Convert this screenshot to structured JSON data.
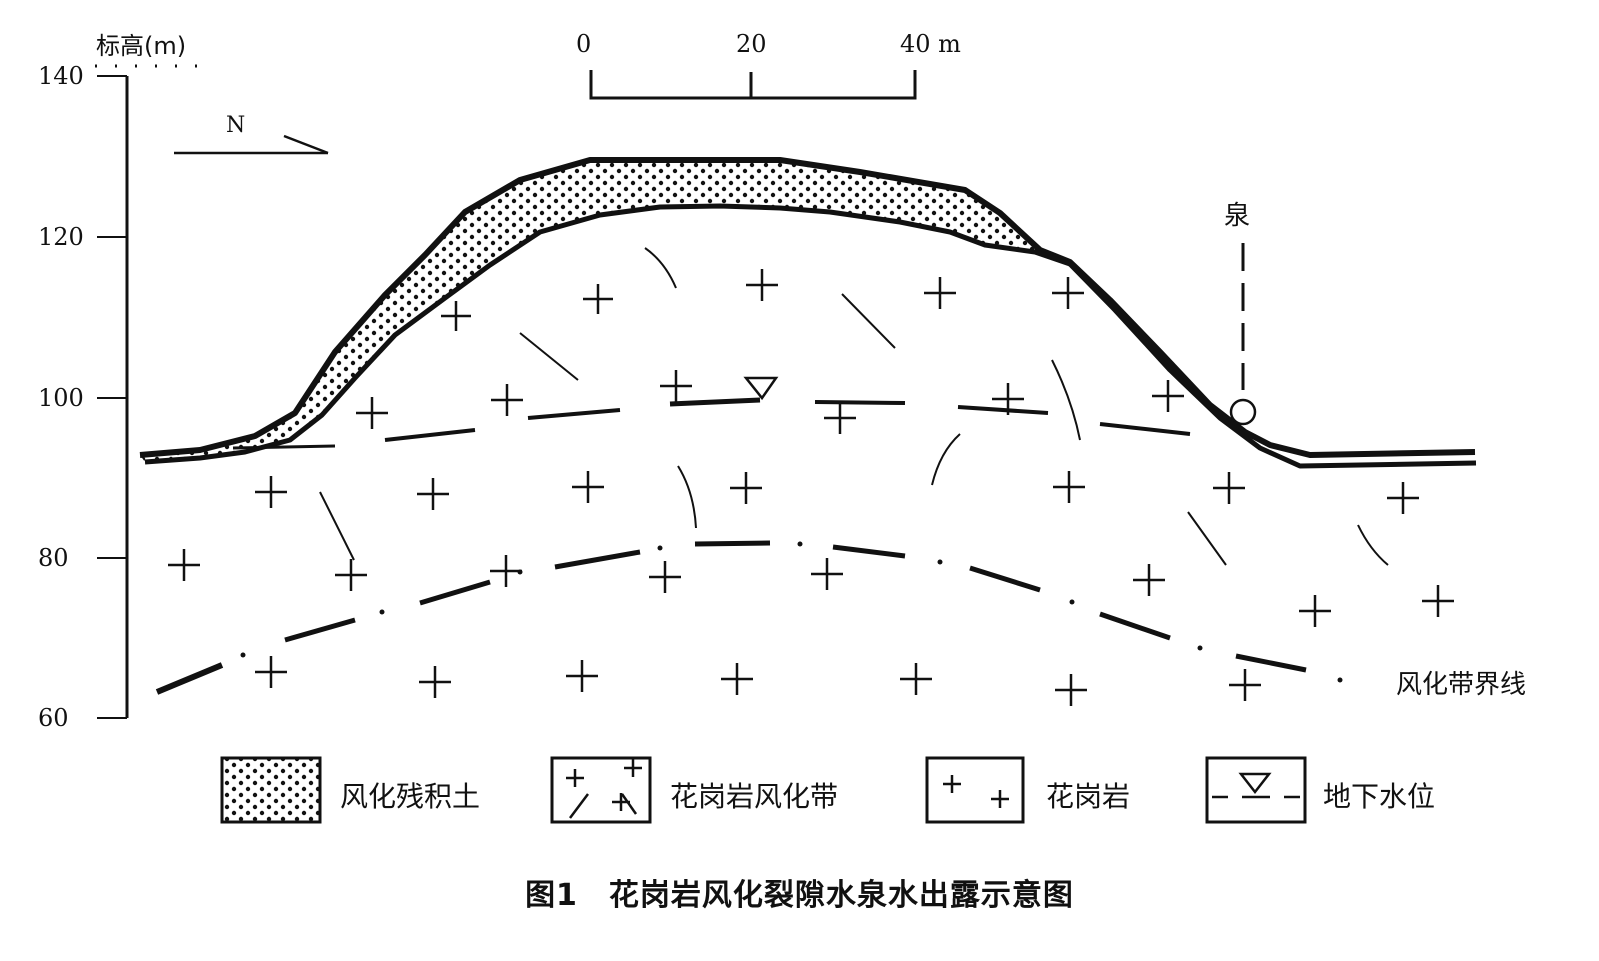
{
  "axis": {
    "label": "标高(m)",
    "ticks": [
      "140",
      "120",
      "100",
      "80",
      "60"
    ]
  },
  "scale_bar": {
    "ticks": [
      "0",
      "20",
      "40 m"
    ]
  },
  "north_label": "N",
  "spring_label": "泉",
  "boundary_label": "风化带界线",
  "legend": [
    {
      "label": "风化残积土",
      "icon": "dotted-soil-icon"
    },
    {
      "label": "花岗岩风化带",
      "icon": "weathered-granite-icon"
    },
    {
      "label": "花岗岩",
      "icon": "granite-icon"
    },
    {
      "label": "地下水位",
      "icon": "water-table-icon"
    }
  ],
  "caption": "图1　花岗岩风化裂隙水泉水出露示意图"
}
